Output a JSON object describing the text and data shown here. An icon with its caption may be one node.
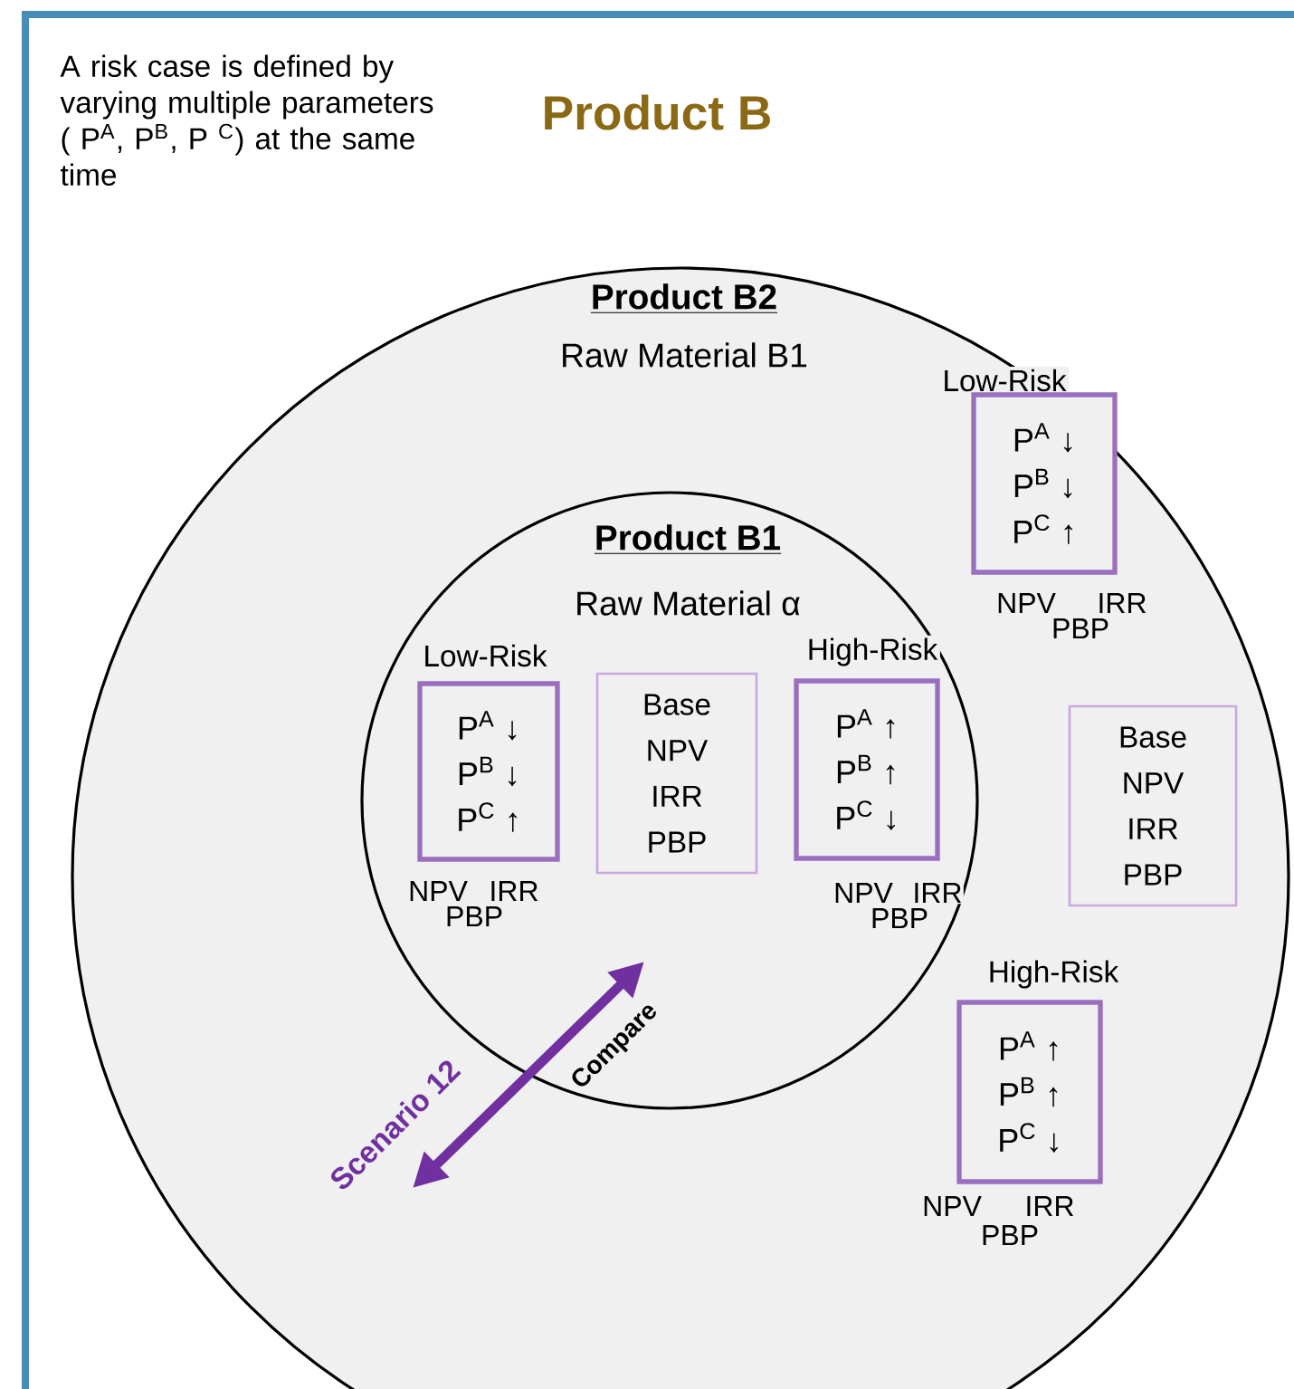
{
  "diagram": {
    "title": "Product B",
    "nodes": [
      {
        "text": [
          "Product B2",
          "Raw Material B1"
        ]
      },
      {
        "text": [
          "Product B1",
          "Raw Material α"
        ],
        "in": 0
      },
      {
        "text": [
          "Low-Risk",
          "P$^{A}$ ↓",
          "P$^{B}$ ↓",
          "P$^{C}$ ↑"
        ],
        "beside": [
          "NPV",
          "IRR",
          "PBP"
        ],
        "in": 1
      },
      {
        "text": [
          "Base",
          "NPV",
          "IRR",
          "PBP"
        ],
        "in": 1
      },
      {
        "text": [
          "High-Risk",
          "P$^{A}$ ↑",
          "P$^{B}$ ↑",
          "P$^{C}$ ↓"
        ],
        "beside": [
          "NPV",
          "IRR",
          "PBP"
        ],
        "in": 1
      },
      {
        "text": [
          "Low-Risk",
          "P$^{A}$ ↓",
          "P$^{B}$ ↓",
          "P$^{C}$ ↑"
        ],
        "beside": [
          "NPV",
          "IRR",
          "PBP"
        ],
        "in": 0
      },
      {
        "text": [
          "Base",
          "NPV",
          "IRR",
          "PBP"
        ],
        "in": 0
      },
      {
        "text": [
          "High-Risk",
          "P$^{A}$ ↑",
          "P$^{B}$ ↑",
          "P$^{C}$ ↓"
        ],
        "beside": [
          "NPV",
          "IRR",
          "PBP"
        ],
        "in": 0
      }
    ],
    "labels": [
      "A risk case is defined by varying multiple parameters ( P$^{A}$, P$^{B}$, P $^{C}$) at the same time",
      "Scenario 12",
      "Compare"
    ]
  }
}
